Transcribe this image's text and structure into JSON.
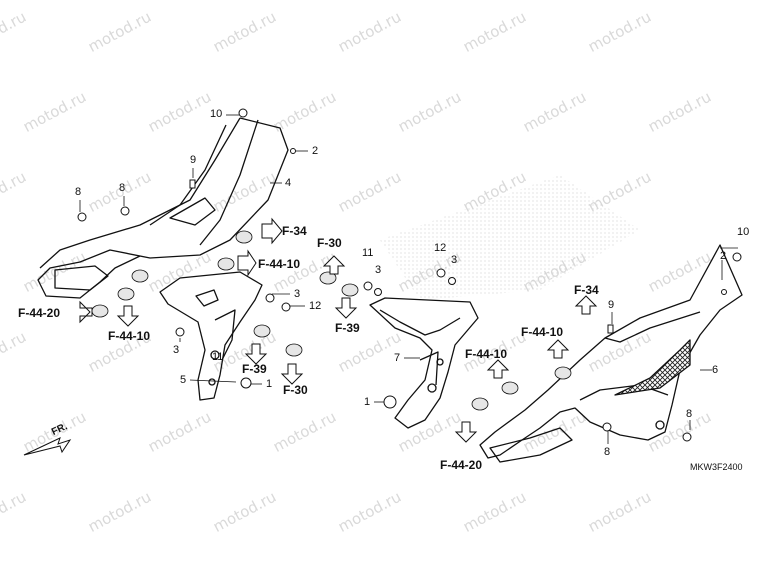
{
  "watermark": "motod.ru",
  "diagram_code": "MKW3F2400",
  "front_label": "FR.",
  "refs": {
    "f34": "F-34",
    "f44_10": "F-44-10",
    "f44_20": "F-44-20",
    "f30": "F-30",
    "f39": "F-39"
  },
  "parts": {
    "p1": "1",
    "p2": "2",
    "p3": "3",
    "p4": "4",
    "p5": "5",
    "p6": "6",
    "p7": "7",
    "p8": "8",
    "p9": "9",
    "p10": "10",
    "p11": "11",
    "p12": "12"
  }
}
